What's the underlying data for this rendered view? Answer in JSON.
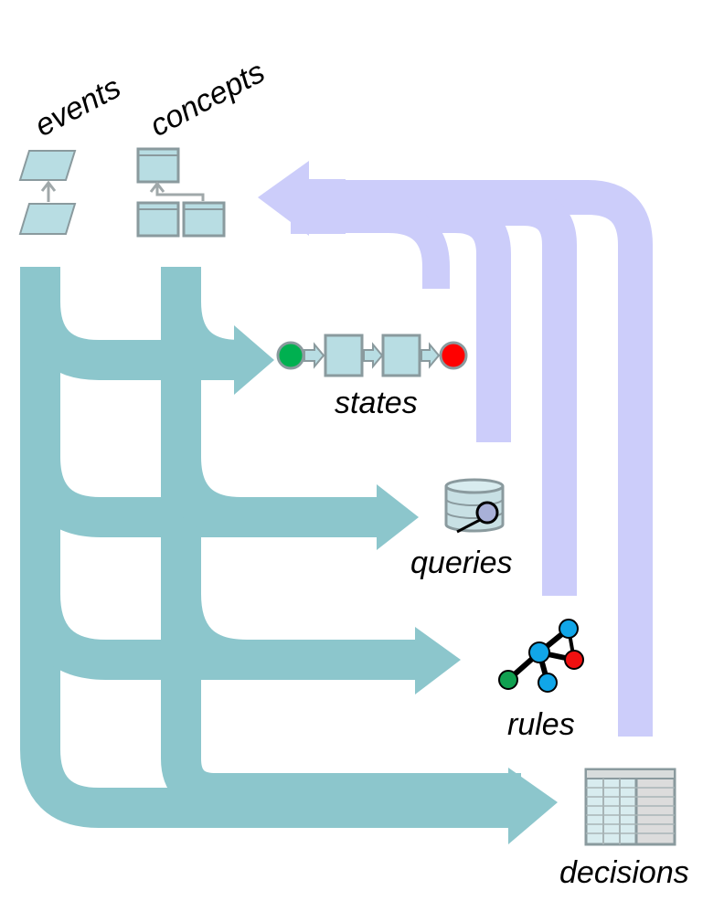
{
  "diagram": {
    "labels": {
      "events": "events",
      "concepts": "concepts",
      "states": "states",
      "queries": "queries",
      "rules": "rules",
      "decisions": "decisions"
    },
    "colors": {
      "teal_flow": "#8cc6cc",
      "lavender_flow": "#cccdfa",
      "icon_fill": "#b8dde3",
      "icon_stroke": "#8a9a9e",
      "start_node": "#00b050",
      "end_node": "#ff0000",
      "rule_node_blue": "#11a6e8",
      "rule_node_green": "#10a050",
      "rule_node_red": "#f01010",
      "db_fill": "#c8e0e4",
      "db_lens": "#a8b0d8",
      "table_header": "#d8dcdc",
      "table_fill": "#d8ecef"
    }
  }
}
